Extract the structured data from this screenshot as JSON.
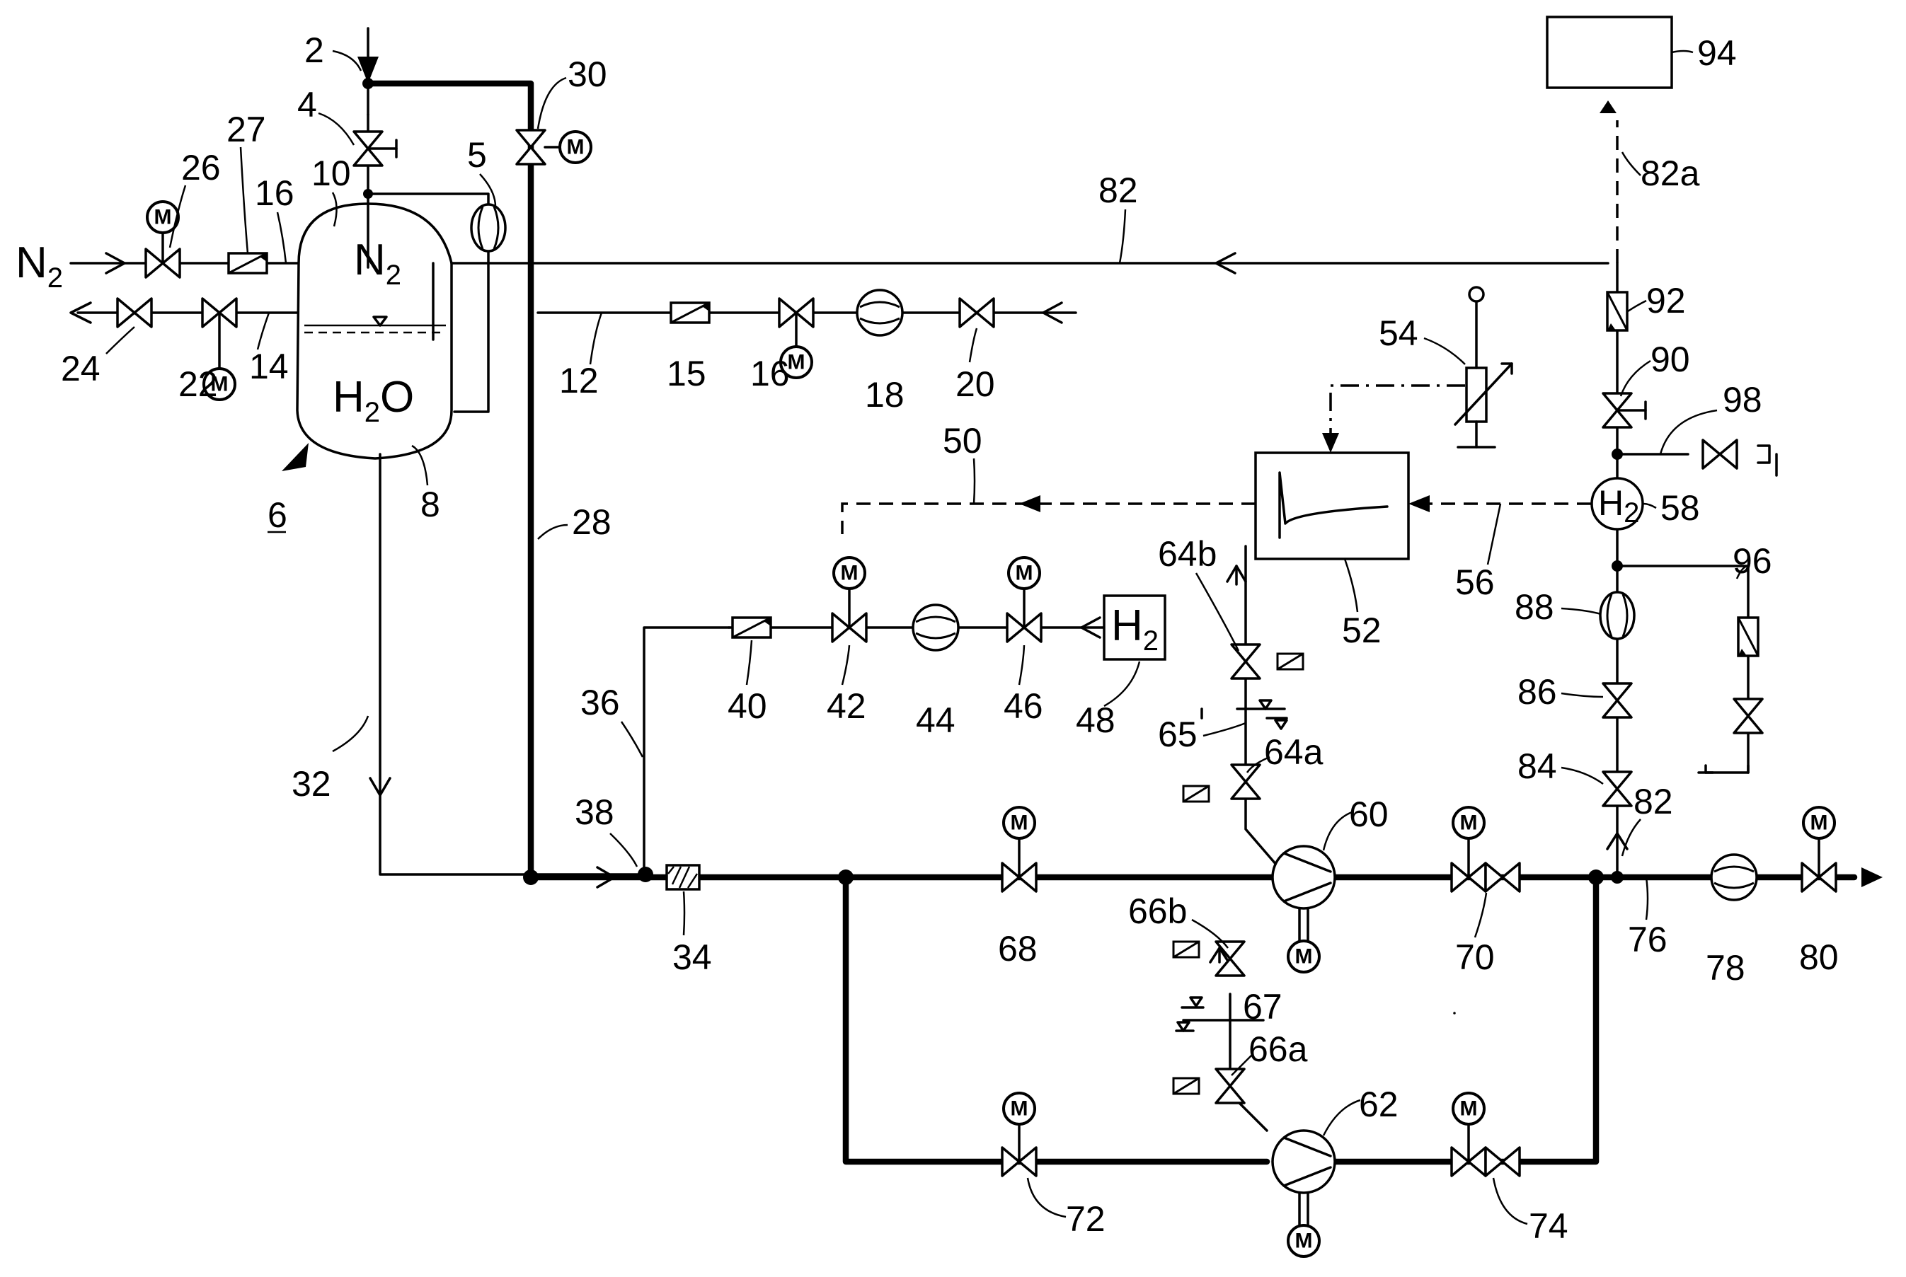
{
  "motor_letter": "M",
  "inlet_N2": {
    "main": "N",
    "sub": "2"
  },
  "tank_N2": {
    "main": "N",
    "sub": "2"
  },
  "tank_H2O": {
    "a": "H",
    "sub": "2",
    "b": "O"
  },
  "h2_source": {
    "main": "H",
    "sub": "2"
  },
  "h2_sensor": {
    "main": "H",
    "sub": "2"
  },
  "labels": {
    "l2": "2",
    "l4": "4",
    "l5": "5",
    "l6": "6",
    "l8": "8",
    "l10": "10",
    "l12": "12",
    "l14": "14",
    "l15": "15",
    "l16a": "16",
    "l16b": "16",
    "l18": "18",
    "l20": "20",
    "l22": "22",
    "l24": "24",
    "l26": "26",
    "l27": "27",
    "l28": "28",
    "l30": "30",
    "l32": "32",
    "l34": "34",
    "l36": "36",
    "l38": "38",
    "l40": "40",
    "l42": "42",
    "l44": "44",
    "l46": "46",
    "l48": "48",
    "l50": "50",
    "l52": "52",
    "l54": "54",
    "l56": "56",
    "l58": "58",
    "l60": "60",
    "l62": "62",
    "l64a": "64a",
    "l64b": "64b",
    "l65": "65",
    "l66a": "66a",
    "l66b": "66b",
    "l67": "67",
    "l68": "68",
    "l70": "70",
    "l72": "72",
    "l74": "74",
    "l76": "76",
    "l78": "78",
    "l80": "80",
    "l82a": "82",
    "l82b": "82",
    "l82c": "82a",
    "l84": "84",
    "l86": "86",
    "l88": "88",
    "l90": "90",
    "l92": "92",
    "l94": "94",
    "l96": "96",
    "l98": "98"
  }
}
